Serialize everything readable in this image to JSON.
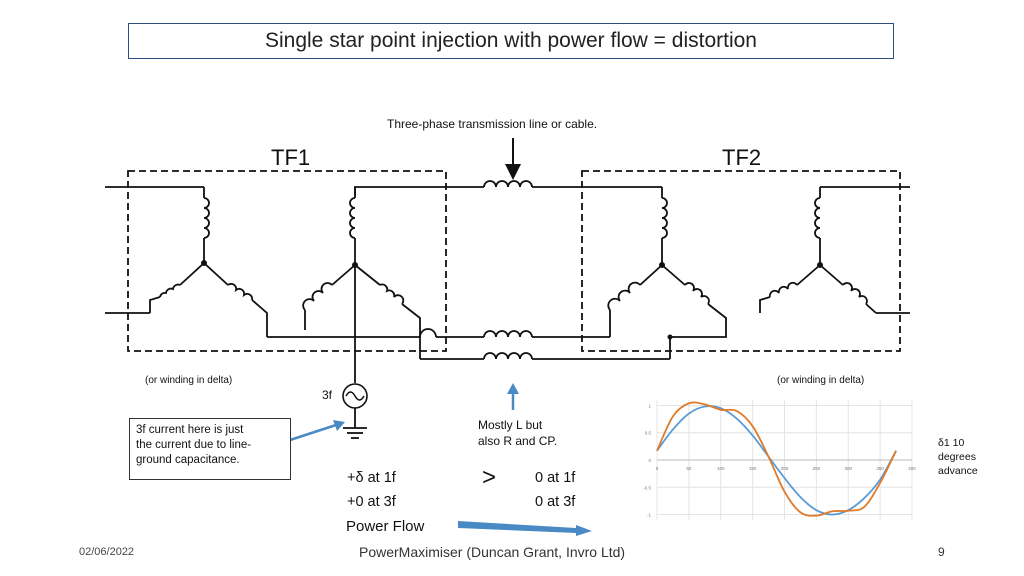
{
  "title": "Single star point injection with power flow = distortion",
  "labels": {
    "line_label": "Three-phase transmission line or cable.",
    "tf1": "TF1",
    "tf2": "TF2",
    "delta_left": "(or winding in delta)",
    "delta_right": "(or winding in delta)",
    "source": "3f",
    "mostly_line1": "Mostly L but",
    "mostly_line2": "also R and CP.",
    "note_lines": [
      "3f current here is just",
      "the current due to line-",
      "ground capacitance."
    ],
    "left_eq": [
      "+δ at 1f",
      "+0 at 3f"
    ],
    "power_flow": "Power Flow",
    "greater": ">",
    "right_eq": [
      "0 at 1f",
      "0 at 3f"
    ],
    "advance_lines": [
      "δ1 10",
      "degrees",
      "advance"
    ]
  },
  "footer": {
    "date": "02/06/2022",
    "center": "PowerMaximiser  (Duncan Grant, Invro Ltd)",
    "page": "9"
  },
  "colors": {
    "title_border": "#2f4f80",
    "arrow_blue": "#4a8ac4",
    "wave_blue": "#5b9bd5",
    "wave_orange": "#e07b2a"
  },
  "chart_data": {
    "type": "line",
    "x": [
      0,
      25,
      50,
      75,
      100,
      125,
      150,
      175,
      200,
      225,
      250,
      275,
      300,
      325,
      350,
      375
    ],
    "series": [
      {
        "values": [
          0.17,
          0.56,
          0.85,
          0.98,
          0.95,
          0.76,
          0.45,
          0.06,
          -0.33,
          -0.68,
          -0.92,
          -1.0,
          -0.92,
          -0.7,
          -0.36,
          0.17
        ]
      },
      {
        "values": [
          0.17,
          0.8,
          1.04,
          1.02,
          0.92,
          0.9,
          0.62,
          0.06,
          -0.58,
          -0.96,
          -1.02,
          -0.94,
          -0.93,
          -0.86,
          -0.42,
          0.17
        ]
      }
    ],
    "xticks": [
      "0",
      "50",
      "100",
      "150",
      "200",
      "250",
      "300",
      "350",
      "400"
    ],
    "yticks": [
      "1",
      "0.5",
      "0",
      "-0.5",
      "-1"
    ],
    "xlim": [
      0,
      400
    ],
    "ylim": [
      -1.1,
      1.1
    ],
    "grid": true
  }
}
